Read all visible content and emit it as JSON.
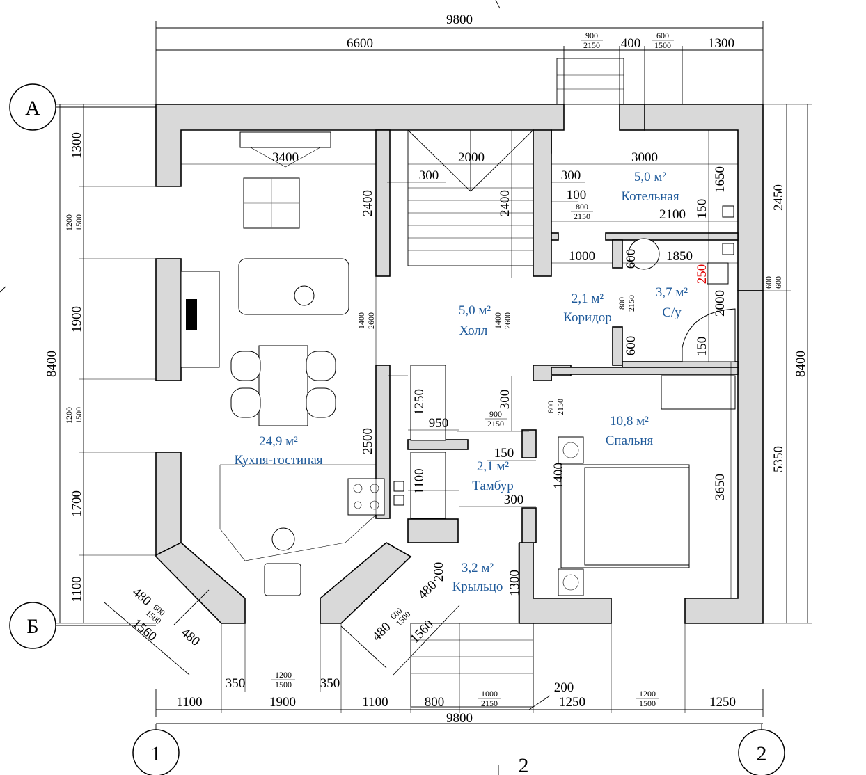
{
  "axes": {
    "a": "А",
    "b": "Б",
    "one": "1",
    "two": "2",
    "section": "2"
  },
  "rooms": {
    "kitchen": {
      "area": "24,9 м²",
      "name": "Кухня-гостиная"
    },
    "hall": {
      "area": "5,0 м²",
      "name": "Холл"
    },
    "boiler": {
      "area": "5,0 м²",
      "name": "Котельная"
    },
    "corridor": {
      "area": "2,1 м²",
      "name": "Коридор"
    },
    "wc": {
      "area": "3,7 м²",
      "name": "С/у"
    },
    "bedroom": {
      "area": "10,8 м²",
      "name": "Спальня"
    },
    "vestibule": {
      "area": "2,1 м²",
      "name": "Тамбур"
    },
    "porch": {
      "area": "3,2 м²",
      "name": "Крыльцо"
    }
  },
  "dims": {
    "top_total": "9800",
    "top_6600": "6600",
    "top_400": "400",
    "top_1300": "1300",
    "d_door_t": "900",
    "d_door_b": "2150",
    "d_win_t": "600",
    "d_win_b": "1500",
    "bottom_total": "9800",
    "b1100a": "1100",
    "b1900": "1900",
    "b1100b": "1100",
    "b800": "800",
    "b1250a": "1250",
    "b1250b": "1250",
    "b200": "200",
    "b350a": "350",
    "b350b": "350",
    "bw1_t": "1200",
    "bw1_b": "1500",
    "bd_t": "1000",
    "bd_b": "2150",
    "bw2_t": "1200",
    "bw2_b": "1500",
    "left_total": "8400",
    "l1300": "1300",
    "l1900": "1900",
    "l1700": "1700",
    "l1100": "1100",
    "lw1_t": "1200",
    "lw1_b": "1500",
    "lw2_t": "1200",
    "lw2_b": "1500",
    "right_total": "8400",
    "r2450": "2450",
    "r5350": "5350",
    "rw_t": "600",
    "rw_b": "600",
    "k3400": "3400",
    "k2400": "2400",
    "k2500": "2500",
    "kd_t": "1400",
    "kd_b": "2600",
    "s2000": "2000",
    "s300": "300",
    "s2400": "2400",
    "hd_t": "1400",
    "hd_b": "2600",
    "bo3000": "3000",
    "bo300": "300",
    "bo100": "100",
    "bo2100": "2100",
    "bo1650": "1650",
    "bo150": "150",
    "bod_t": "800",
    "bod_b": "2150",
    "c1000": "1000",
    "c600a": "600",
    "c600b": "600",
    "cd_t": "800",
    "cd_b": "2150",
    "w1850": "1850",
    "w250": "250",
    "w2000": "2000",
    "w150": "150",
    "v300a": "300",
    "v950": "950",
    "v1250": "1250",
    "v1100": "1100",
    "v150": "150",
    "v300b": "300",
    "vd_t": "900",
    "vd_b": "2150",
    "bed_t": "800",
    "bed_b": "2150",
    "sp1400": "1400",
    "sp3650": "3650",
    "p200": "200",
    "p1300": "1300",
    "p480a": "480",
    "p1560a": "1560",
    "p480b": "480",
    "p480c": "480",
    "p480d": "480",
    "p1560b": "1560",
    "pw_t": "600",
    "pw_b": "1500",
    "pw2_t": "600",
    "pw2_b": "1500"
  }
}
